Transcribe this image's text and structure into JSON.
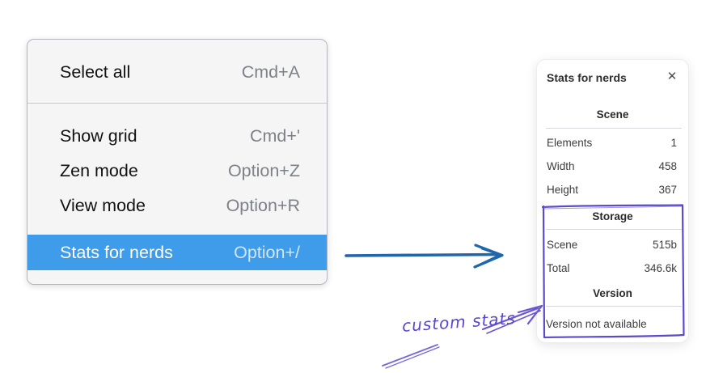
{
  "menu": {
    "items": [
      {
        "label": "Select all",
        "shortcut": "Cmd+A",
        "highlighted": false
      },
      {
        "label": "Show grid",
        "shortcut": "Cmd+'",
        "highlighted": false
      },
      {
        "label": "Zen mode",
        "shortcut": "Option+Z",
        "highlighted": false
      },
      {
        "label": "View mode",
        "shortcut": "Option+R",
        "highlighted": false
      },
      {
        "label": "Stats for nerds",
        "shortcut": "Option+/",
        "highlighted": true
      }
    ]
  },
  "stats_panel": {
    "title": "Stats for nerds",
    "close_icon": "✕",
    "sections": [
      {
        "heading": "Scene",
        "rows": [
          {
            "label": "Elements",
            "value": "1"
          },
          {
            "label": "Width",
            "value": "458"
          },
          {
            "label": "Height",
            "value": "367"
          }
        ]
      },
      {
        "heading": "Storage",
        "rows": [
          {
            "label": "Scene",
            "value": "515b"
          },
          {
            "label": "Total",
            "value": "346.6k"
          }
        ]
      },
      {
        "heading": "Version",
        "note": "Version not available"
      }
    ]
  },
  "annotations": {
    "label": "custom stats"
  },
  "colors": {
    "menu_highlight": "#3f9ceb",
    "menu_background": "#f5f5f6",
    "arrow_blue": "#1f66ad",
    "annotation_purple": "#5b4bc8"
  }
}
